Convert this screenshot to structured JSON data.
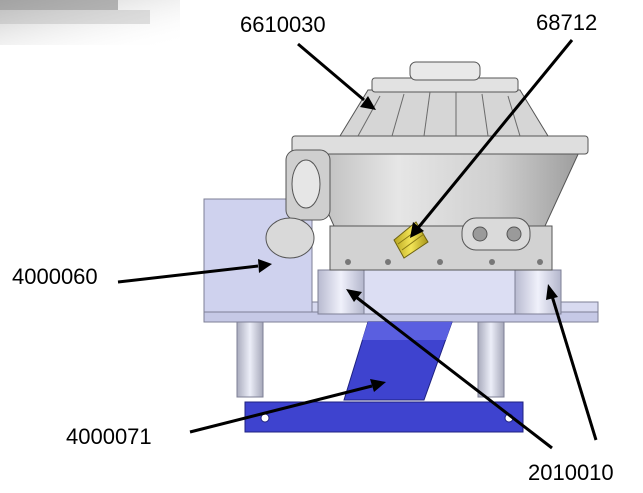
{
  "callouts": {
    "regulator": "6610030",
    "fitting": "68712",
    "side_plate": "4000060",
    "mount_bracket": "4000071",
    "standoffs": "2010010"
  },
  "colors": {
    "arrow": "#000000",
    "bracket": "#3e43cf",
    "plate": "#d4d6ef",
    "regulator_body": "#c9c9c9",
    "fitting": "#e0d23a"
  }
}
